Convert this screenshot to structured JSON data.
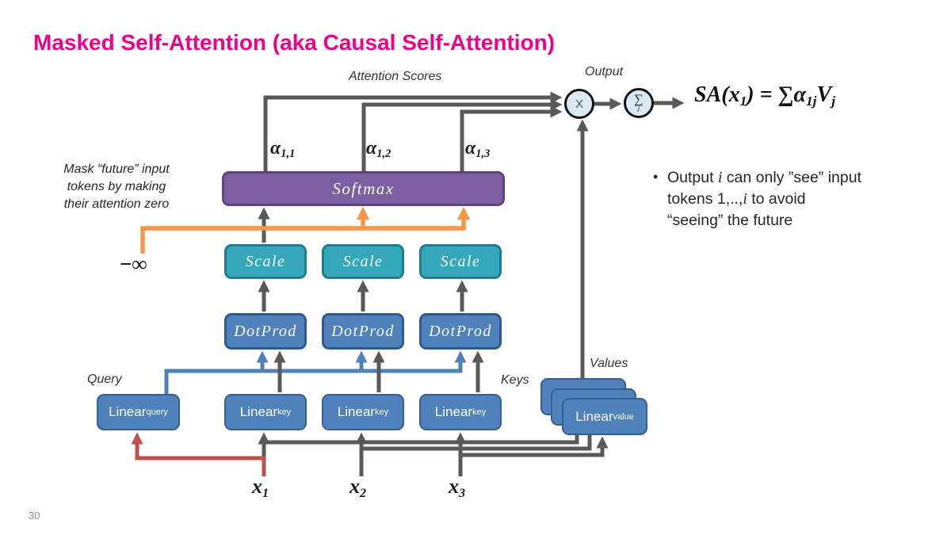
{
  "slide": {
    "title": "Masked Self-Attention (aka Causal Self-Attention)",
    "page_number": "30"
  },
  "colors": {
    "title_magenta": "#ec008c",
    "wire_gray": "#595959",
    "wire_orange": "#f79646",
    "wire_red": "#c0504d",
    "wire_blue": "#4f81bd",
    "box_purple": "#7b5fa2",
    "box_teal": "#35a7ba",
    "box_blue": "#4f81bd",
    "node_fill": "#daeaf4"
  },
  "labels": {
    "attention_scores": "Attention Scores",
    "output": "Output",
    "query": "Query",
    "keys": "Keys",
    "values": "Values",
    "minus_infinity": "−∞"
  },
  "mask_note": {
    "line1": "Mask “future” input",
    "line2": "tokens by making",
    "line3": "their attention zero"
  },
  "ops": {
    "multiply": "X",
    "sum": "∑",
    "sum_sub": "j"
  },
  "formula": {
    "p1": "SA(x",
    "s1": "1",
    "p2": ") = ∑α",
    "s2": "1j",
    "p3": "V",
    "s3": "j"
  },
  "alphas": [
    {
      "base": "α",
      "sub": "1,1"
    },
    {
      "base": "α",
      "sub": "1,2"
    },
    {
      "base": "α",
      "sub": "1,3"
    }
  ],
  "boxes": {
    "softmax": "Softmax",
    "scale": "Scale",
    "dotprod": "DotProd",
    "linear": "Linear",
    "sub_query": "query",
    "sub_key": "key",
    "sub_value": "value"
  },
  "inputs": [
    {
      "base": "x",
      "sub": "1"
    },
    {
      "base": "x",
      "sub": "2"
    },
    {
      "base": "x",
      "sub": "3"
    }
  ],
  "bullet": {
    "marker": "•",
    "line1_pre": "Output ",
    "line1_i": "i",
    "line1_post": " can only ”see” input",
    "line2_pre": "tokens 1,..,",
    "line2_i": "i",
    "line2_post": " to avoid",
    "line3": "“seeing” the future"
  }
}
